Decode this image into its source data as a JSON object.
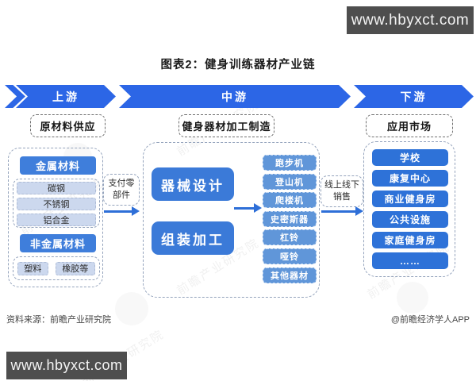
{
  "branding": {
    "top_right": "www.hbyxct.com",
    "bottom_left": "www.hbyxct.com"
  },
  "title": "图表2：健身训练器材产业链",
  "banner": {
    "color": "#2c66e6",
    "segments": [
      {
        "label": "上游"
      },
      {
        "label": "中游"
      },
      {
        "label": "下游"
      }
    ]
  },
  "sections": {
    "upstream": {
      "label": "原材料供应",
      "groups": [
        {
          "header": "金属材料",
          "items": [
            "碳钢",
            "不锈钢",
            "铝合金"
          ]
        },
        {
          "header": "非金属材料",
          "items": [
            "塑料",
            "橡胶等"
          ]
        }
      ]
    },
    "midstream": {
      "label": "健身器材加工制造",
      "process": [
        "器械设计",
        "组装加工"
      ],
      "products": [
        "跑步机",
        "登山机",
        "爬楼机",
        "史密斯器",
        "杠铃",
        "哑铃",
        "其他器材"
      ]
    },
    "downstream": {
      "label": "应用市场",
      "markets": [
        "学校",
        "康复中心",
        "商业健身房",
        "公共设施",
        "家庭健身房",
        "……"
      ]
    }
  },
  "connectors": [
    {
      "label": "支付零部件"
    },
    {
      "label": "线上线下销售"
    }
  ],
  "footer": {
    "source": "资料来源：前瞻产业研究院",
    "credit": "@前瞻经济学人APP"
  },
  "watermark": {
    "text": "前瞻产业研究院"
  }
}
